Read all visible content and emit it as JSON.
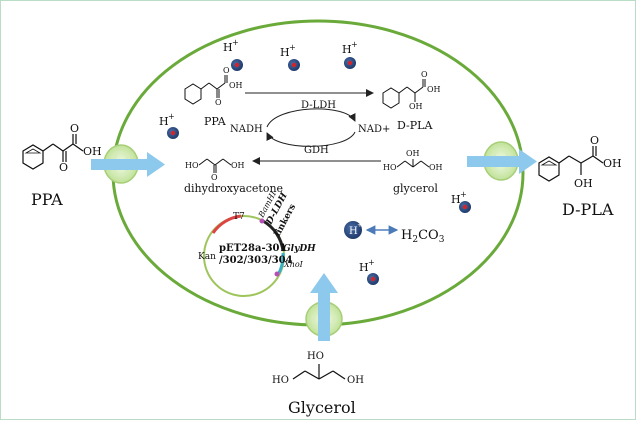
{
  "colors": {
    "cell_membrane": "#6aaa3a",
    "transport_arrow": "#8cc9ec",
    "proton": "#2c4e86",
    "proton_core": "#d0262a",
    "plasmid_ring": "#9ec55b"
  },
  "labels": {
    "ppa_outside": "PPA",
    "dpla_outside": "D-PLA",
    "glycerol_outside": "Glycerol",
    "ppa_inner": "PPA",
    "dpla_inner": "D-PLA",
    "dihydroxyacetone": "dihydroxyacetone",
    "glycerol_inner": "glycerol",
    "d_ldh_enzyme": "D-LDH",
    "gdh_enzyme": "GDH",
    "nadh": "NADH",
    "nad_plus": "NAD+",
    "h2co3": "H",
    "h2co3_sub": "2",
    "h2co3_tail": "CO",
    "h2co3_sub2": "3",
    "proton_h": "H",
    "proton_plus": "+",
    "oh": "OH",
    "ho": "HO",
    "o": "O"
  },
  "plasmid": {
    "name_line1": "pET28a-301",
    "name_line2": "/302/303/304",
    "t7": "T7",
    "kan": "Kan",
    "bamhi": "BamHI",
    "dldh": "D-LDH",
    "linkers": "linkers",
    "glydh": "GlyDH",
    "xhoi": "XhoI"
  },
  "icons": {
    "proton": "proton-sphere-icon",
    "transporter": "membrane-transporter-icon",
    "benzene": "benzene-ring-icon"
  }
}
